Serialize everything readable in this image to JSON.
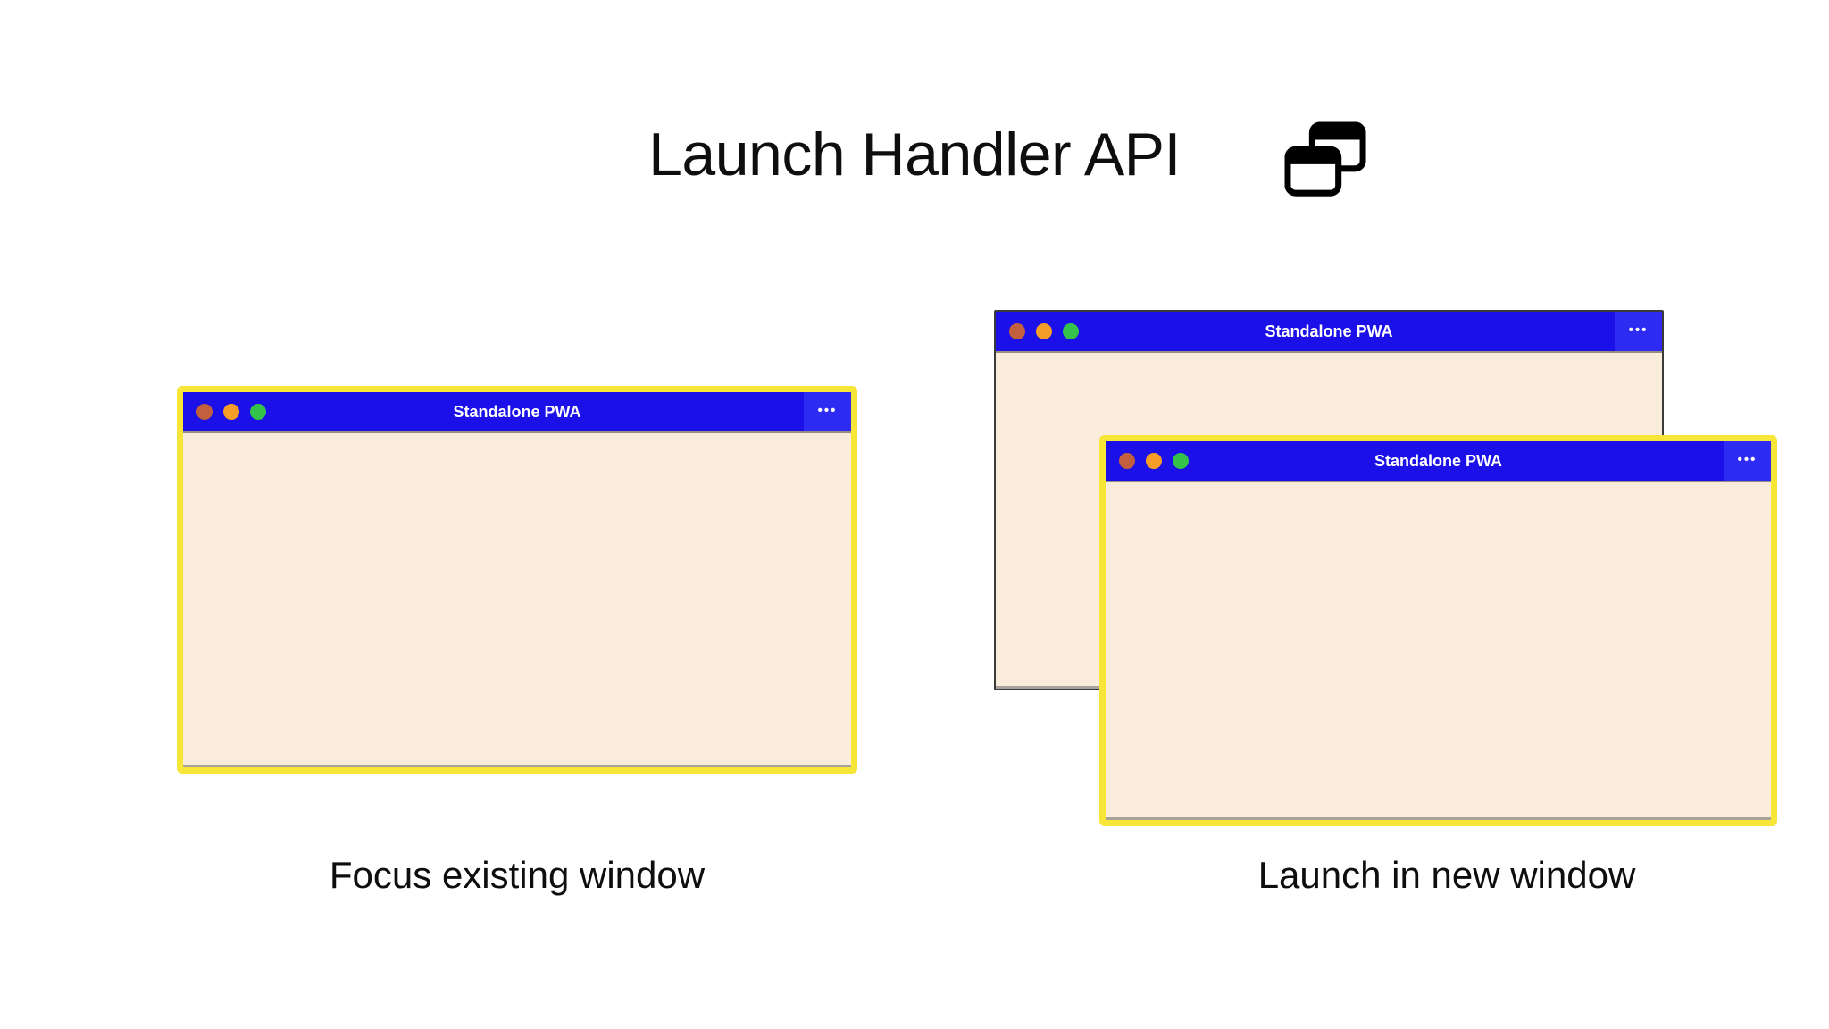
{
  "title": {
    "text": "Launch Handler API",
    "icon": "overlapping-windows-icon"
  },
  "window_chrome": {
    "title": "Standalone PWA",
    "menu_glyph": "•••",
    "traffic_lights": [
      "close",
      "minimize",
      "maximize"
    ]
  },
  "scenarios": [
    {
      "id": "focus-existing",
      "caption": "Focus existing window",
      "windows": [
        {
          "title": "Standalone PWA",
          "highlight": "yellow"
        }
      ]
    },
    {
      "id": "launch-new",
      "caption": "Launch in new window",
      "windows": [
        {
          "title": "Standalone PWA",
          "highlight": "none"
        },
        {
          "title": "Standalone PWA",
          "highlight": "yellow"
        }
      ]
    }
  ],
  "colors": {
    "titlebar_blue": "#1b10e8",
    "titlebar_menu_blue": "#2e2bf3",
    "window_body_cream": "#f9ecdb",
    "highlight_border_yellow": "#f7e637",
    "plain_border_gray": "#3a3a3a",
    "dot_red": "#c2603e",
    "dot_orange": "#f59d26",
    "dot_green": "#33c24a",
    "text_black": "#0e0e0e",
    "titlebar_text_white": "#ffffff"
  }
}
